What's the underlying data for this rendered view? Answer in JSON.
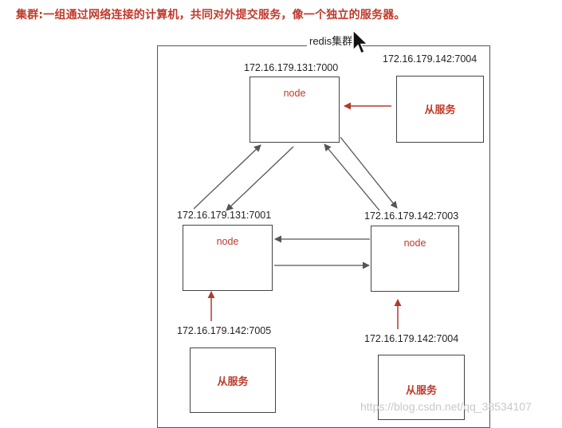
{
  "heading": "集群:一组通过网络连接的计算机，共同对外提交服务，像一个独立的服务器。",
  "cluster_title": "redis集群",
  "masters": [
    {
      "address": "172.16.179.131:7000",
      "label": "node"
    },
    {
      "address": "172.16.179.131:7001",
      "label": "node"
    },
    {
      "address": "172.16.179.142:7003",
      "label": "node"
    }
  ],
  "slaves": [
    {
      "address": "172.16.179.142:7004",
      "label": "从服务"
    },
    {
      "address": "172.16.179.142:7005",
      "label": "从服务"
    },
    {
      "address": "172.16.179.142:7004",
      "label": "从服务"
    }
  ],
  "watermark": "https://blog.csdn.net/qq_38534107",
  "colors": {
    "accent": "#c0392b",
    "line": "#555555",
    "replication_arrow": "#b03a2e"
  },
  "icons": [
    "cursor-icon"
  ]
}
